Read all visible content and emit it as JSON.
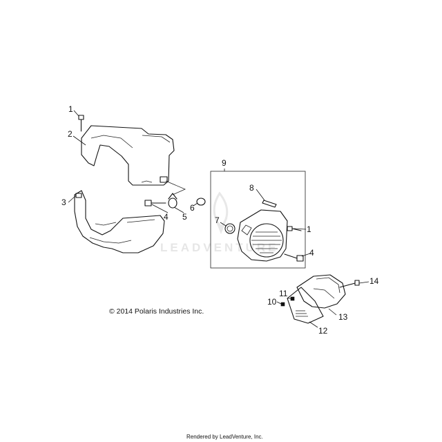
{
  "callouts": {
    "c1a": "1",
    "c2": "2",
    "c3": "3",
    "c4a": "4",
    "c5": "5",
    "c6": "6",
    "c7": "7",
    "c8": "8",
    "c9": "9",
    "c1b": "1",
    "c4b": "4",
    "c10": "10",
    "c11": "11",
    "c12": "12",
    "c13": "13",
    "c14": "14"
  },
  "copyright": "© 2014 Polaris Industries Inc.",
  "watermark": "LEADVENTURE",
  "footer": "Rendered by LeadVenture, Inc."
}
